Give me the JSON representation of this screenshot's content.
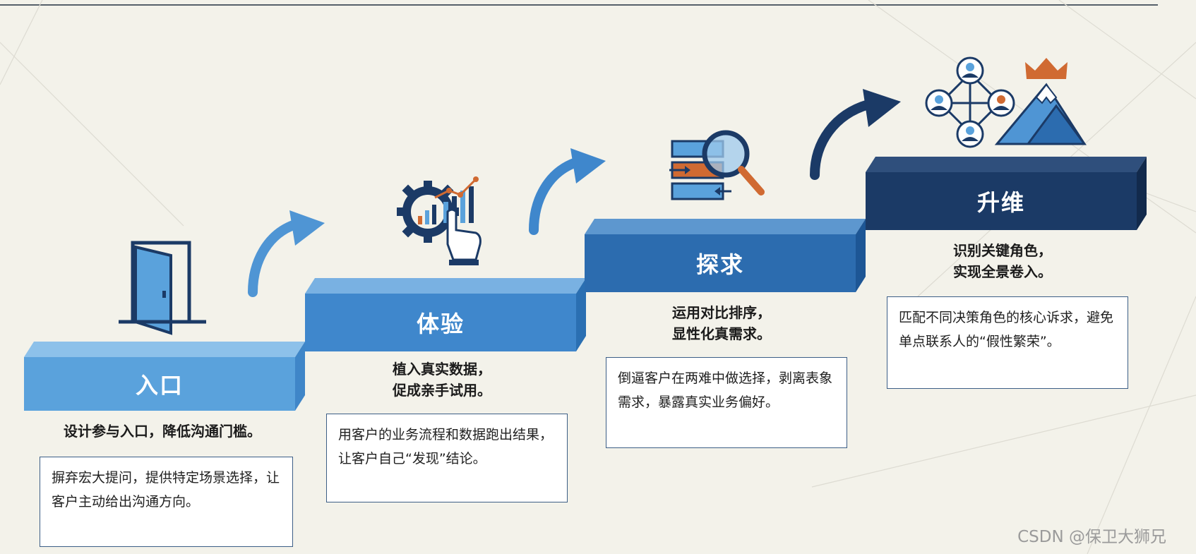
{
  "steps": [
    {
      "title": "入口",
      "subtitle": "设计参与入口，降低沟通门槛。",
      "description": "摒弃宏大提问，提供特定场景选择，让客户主动给出沟通方向。",
      "icon": "door-icon",
      "color": "#5aa2dc"
    },
    {
      "title": "体验",
      "subtitle": "植入真实数据，\n促成亲手试用。",
      "description": "用客户的业务流程和数据跑出结果，让客户自己“发现”结论。",
      "icon": "gear-chart-hand-icon",
      "color": "#3f87cc"
    },
    {
      "title": "探求",
      "subtitle": "运用对比排序，\n显性化真需求。",
      "description": "倒逼客户在两难中做选择，剥离表象需求，暴露真实业务偏好。",
      "icon": "compare-magnifier-icon",
      "color": "#2c6caf"
    },
    {
      "title": "升维",
      "subtitle": "识别关键角色，\n实现全景卷入。",
      "description": "匹配不同决策角色的核心诉求，避免单点联系人的“假性繁荣”。",
      "icon": "network-mountain-crown-icon",
      "color": "#1b3a66"
    }
  ],
  "watermark": "CSDN @保卫大狮兄"
}
